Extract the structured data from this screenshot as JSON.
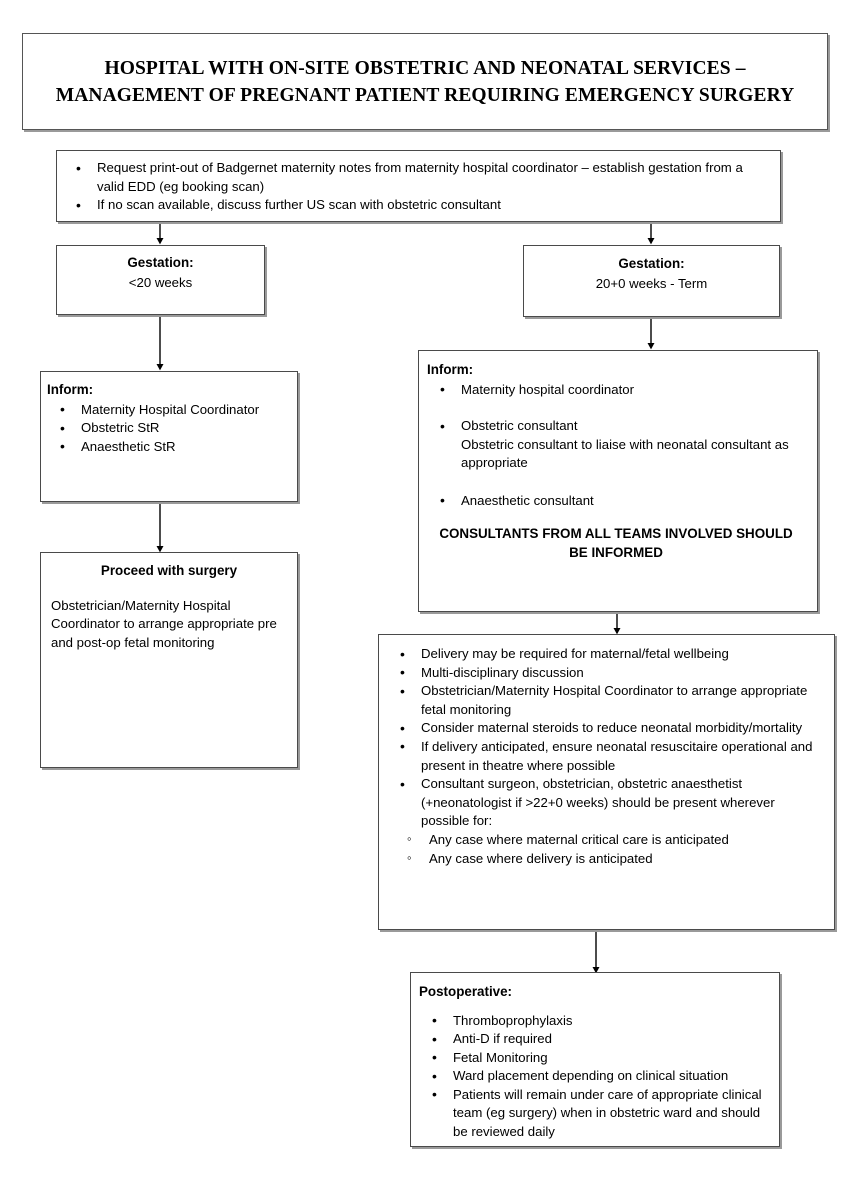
{
  "title": {
    "text": "HOSPITAL WITH ON-SITE OBSTETRIC AND NEONATAL SERVICES – MANAGEMENT OF PREGNANT PATIENT REQUIRING EMERGENCY SURGERY"
  },
  "intake": {
    "bullets": [
      "Request print-out of Badgernet maternity notes from maternity hospital coordinator – establish gestation from a valid EDD (eg booking scan)",
      "If no scan available, discuss further US scan with obstetric consultant"
    ]
  },
  "gestation_left": {
    "heading": "Gestation:",
    "value": "<20 weeks"
  },
  "gestation_right": {
    "heading": "Gestation:",
    "value": "20+0 weeks - Term"
  },
  "inform_left": {
    "heading": "Inform:",
    "bullets": [
      "Maternity Hospital Coordinator",
      "Obstetric StR",
      "Anaesthetic StR"
    ]
  },
  "proceed": {
    "heading": "Proceed with surgery",
    "body": "Obstetrician/Maternity Hospital Coordinator to arrange appropriate pre and post-op fetal monitoring"
  },
  "inform_right": {
    "heading": "Inform:",
    "bullets": [
      "Maternity hospital coordinator",
      "Obstetric consultant\nObstetric consultant to liaise with neonatal consultant as appropriate",
      "Anaesthetic consultant"
    ],
    "emphasis": "CONSULTANTS FROM ALL TEAMS INVOLVED SHOULD BE INFORMED"
  },
  "delivery": {
    "bullets": [
      "Delivery may be required for maternal/fetal wellbeing",
      "Multi-disciplinary discussion",
      "Obstetrician/Maternity Hospital Coordinator to arrange appropriate fetal monitoring",
      "Consider maternal steroids to reduce neonatal morbidity/mortality",
      "If delivery anticipated, ensure neonatal resuscitaire operational and present in theatre where possible",
      "Consultant surgeon, obstetrician, obstetric anaesthetist (+neonatologist if >22+0 weeks) should be present wherever possible for:"
    ],
    "sub_bullets": [
      "Any case where maternal critical care is anticipated",
      "Any case where delivery is anticipated"
    ]
  },
  "postoperative": {
    "heading": "Postoperative:",
    "bullets": [
      "Thromboprophylaxis",
      "Anti-D if required",
      "Fetal Monitoring",
      "Ward placement depending on clinical situation",
      "Patients will remain under care of appropriate clinical team (eg surgery) when in obstetric ward and should be reviewed daily"
    ]
  },
  "colors": {
    "border": "#4a4a4a",
    "text": "#000000",
    "background": "#ffffff",
    "shadow": "#9a9a9a"
  }
}
